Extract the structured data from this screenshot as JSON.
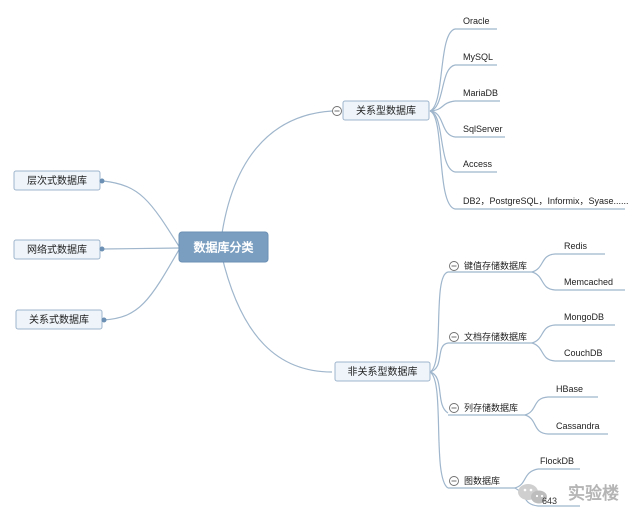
{
  "root": {
    "label": "数据库分类"
  },
  "left_nodes": [
    {
      "label": "层次式数据库"
    },
    {
      "label": "网络式数据库"
    },
    {
      "label": "关系式数据库"
    }
  ],
  "relational": {
    "label": "关系型数据库",
    "items": [
      "Oracle",
      "MySQL",
      "MariaDB",
      "SqlServer",
      "Access",
      "DB2，PostgreSQL，Informix，Syase......"
    ]
  },
  "nonrelational": {
    "label": "非关系型数据库",
    "groups": [
      {
        "label": "键值存储数据库",
        "items": [
          "Redis",
          "Memcached"
        ]
      },
      {
        "label": "文档存储数据库",
        "items": [
          "MongoDB",
          "CouchDB"
        ]
      },
      {
        "label": "列存储数据库",
        "items": [
          "HBase",
          "Cassandra"
        ]
      },
      {
        "label": "图数据库",
        "items": [
          "FlockDB"
        ]
      }
    ]
  },
  "watermark": {
    "text": "实验楼",
    "number": "643"
  }
}
